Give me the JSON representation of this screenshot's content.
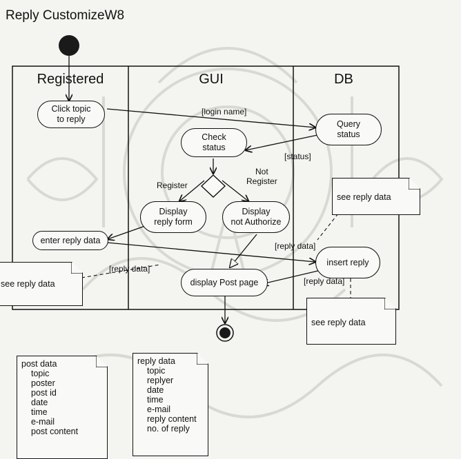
{
  "title": "Reply CustomizeW8",
  "lanes": [
    "Registered",
    "GUI",
    "DB"
  ],
  "nodes": {
    "click_topic": [
      "Click topic",
      "to reply"
    ],
    "check_status": [
      "Check",
      "status"
    ],
    "query_status": [
      "Query",
      "status"
    ],
    "display_reply_form": [
      "Display",
      "reply form"
    ],
    "display_not_authorize": [
      "Display",
      "not Authorize"
    ],
    "enter_reply_data": "enter reply data",
    "insert_reply": "insert reply",
    "display_post_page": "display Post page"
  },
  "edge_labels": {
    "login_name": "[login name]",
    "status": "[status]",
    "register": "Register",
    "not_register": [
      "Not",
      "Register"
    ],
    "reply_data_left": "[reply data]",
    "reply_data_mid": "[reply data]",
    "reply_data_right": "[reply data]"
  },
  "notes": {
    "see_reply_data_left": "see reply data",
    "see_reply_data_top_right": "see reply data",
    "see_reply_data_bottom_right": "see reply data"
  },
  "post_data": {
    "header": "post data",
    "fields": [
      "topic",
      "poster",
      "post id",
      "date",
      "time",
      "e-mail",
      "post content"
    ]
  },
  "reply_data": {
    "header": "reply data",
    "fields": [
      "topic",
      "replyer",
      "date",
      "time",
      "e-mail",
      "reply content",
      "no. of reply"
    ]
  }
}
